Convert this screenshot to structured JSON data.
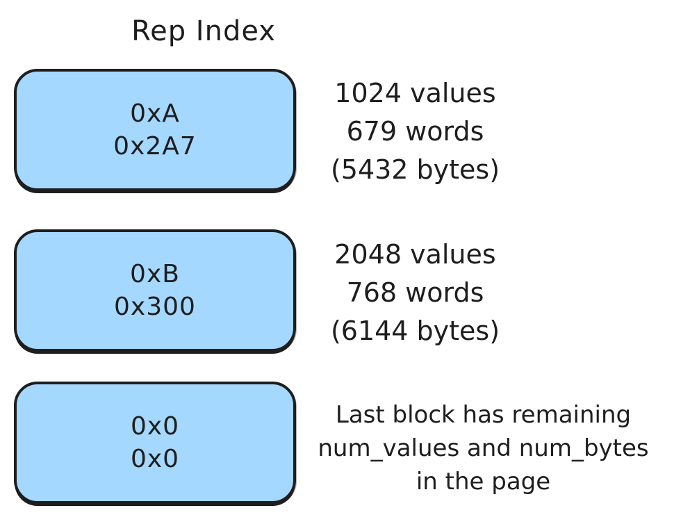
{
  "title": "Rep Index",
  "colors": {
    "block_fill": "#a5d8ff",
    "block_border": "#1e1e1e",
    "text": "#1e1e1e",
    "background": "#ffffff"
  },
  "blocks": [
    {
      "value_lines": [
        "0xA",
        "0x2A7"
      ],
      "note_lines": [
        "1024 values",
        "679 words",
        "(5432 bytes)"
      ]
    },
    {
      "value_lines": [
        "0xB",
        "0x300"
      ],
      "note_lines": [
        "2048 values",
        "768 words",
        "(6144 bytes)"
      ]
    },
    {
      "value_lines": [
        "0x0",
        "0x0"
      ],
      "note_lines": [
        "Last block has remaining",
        "num_values and num_bytes",
        "in the page"
      ]
    }
  ]
}
